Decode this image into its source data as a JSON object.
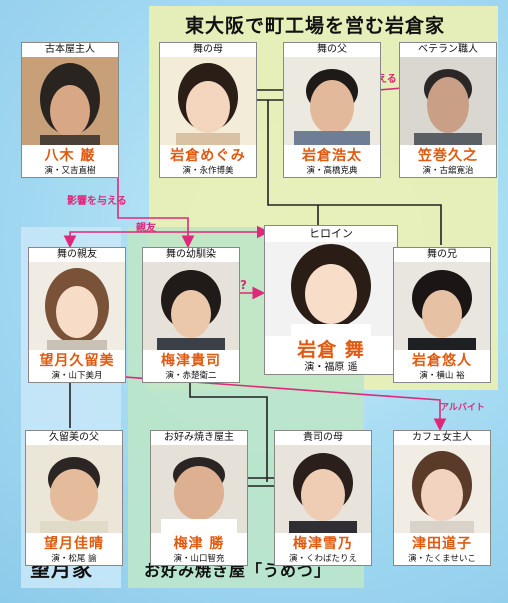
{
  "groups": {
    "iwakura": "東大阪で町工場を営む岩倉家",
    "mochizuki": "望月家",
    "umezu": "お好み焼き屋「うめづ」"
  },
  "cards": {
    "yagi": {
      "role": "古本屋主人",
      "name": "八木 巌",
      "actor": "演・又吉直樹"
    },
    "megumi": {
      "role": "舞の母",
      "name": "岩倉めぐみ",
      "actor": "演・永作博美"
    },
    "kota": {
      "role": "舞の父",
      "name": "岩倉浩太",
      "actor": "演・高橋克典"
    },
    "kasamaki": {
      "role": "ベテラン職人",
      "name": "笠巻久之",
      "actor": "演・古舘寛治"
    },
    "kurumi": {
      "role": "舞の親友",
      "name": "望月久留美",
      "actor": "演・山下美月"
    },
    "takashi": {
      "role": "舞の幼馴染",
      "name": "梅津貴司",
      "actor": "演・赤楚衛二"
    },
    "mai": {
      "role": "ヒロイン",
      "name": "岩倉 舞",
      "actor": "演・福原 遥"
    },
    "yuto": {
      "role": "舞の兄",
      "name": "岩倉悠人",
      "actor": "演・横山 裕"
    },
    "yoshiharu": {
      "role": "久留美の父",
      "name": "望月佳晴",
      "actor": "演・松尾 諭"
    },
    "masaru": {
      "role": "お好み焼き屋主",
      "name": "梅津 勝",
      "actor": "演・山口智充"
    },
    "yukino": {
      "role": "貴司の母",
      "name": "梅津雪乃",
      "actor": "演・くわばたりえ"
    },
    "michiko": {
      "role": "カフェ女主人",
      "name": "津田道子",
      "actor": "演・たくませいこ"
    }
  },
  "relations": {
    "supports": "支える",
    "influence": "影響を与える",
    "best_friend": "親友",
    "question": "?",
    "part_time": "アルバイト"
  },
  "colors": {
    "name": "#e05a10",
    "arrow": "#e0287a",
    "line": "#222222"
  }
}
